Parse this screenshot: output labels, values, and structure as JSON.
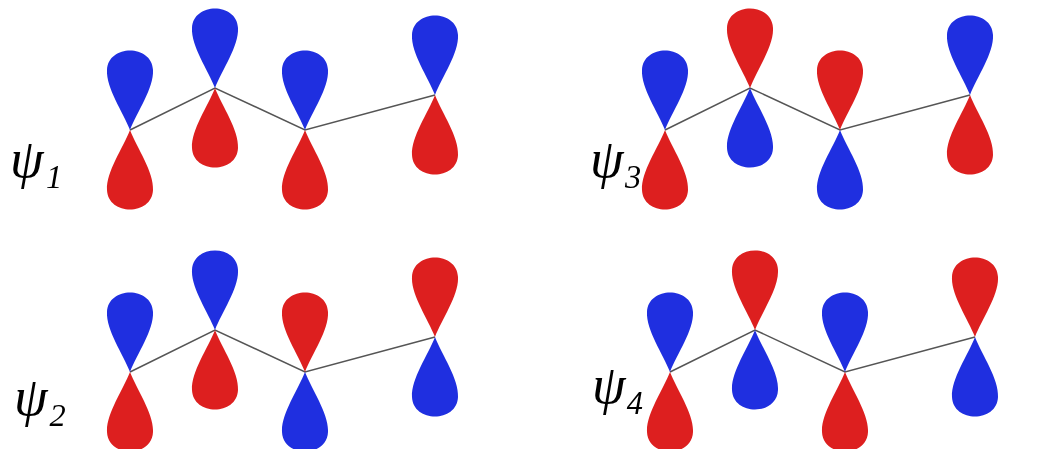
{
  "diagram": {
    "labels": [
      "ψ₁",
      "ψ₃",
      "ψ₂",
      "ψ₄"
    ]
  }
}
